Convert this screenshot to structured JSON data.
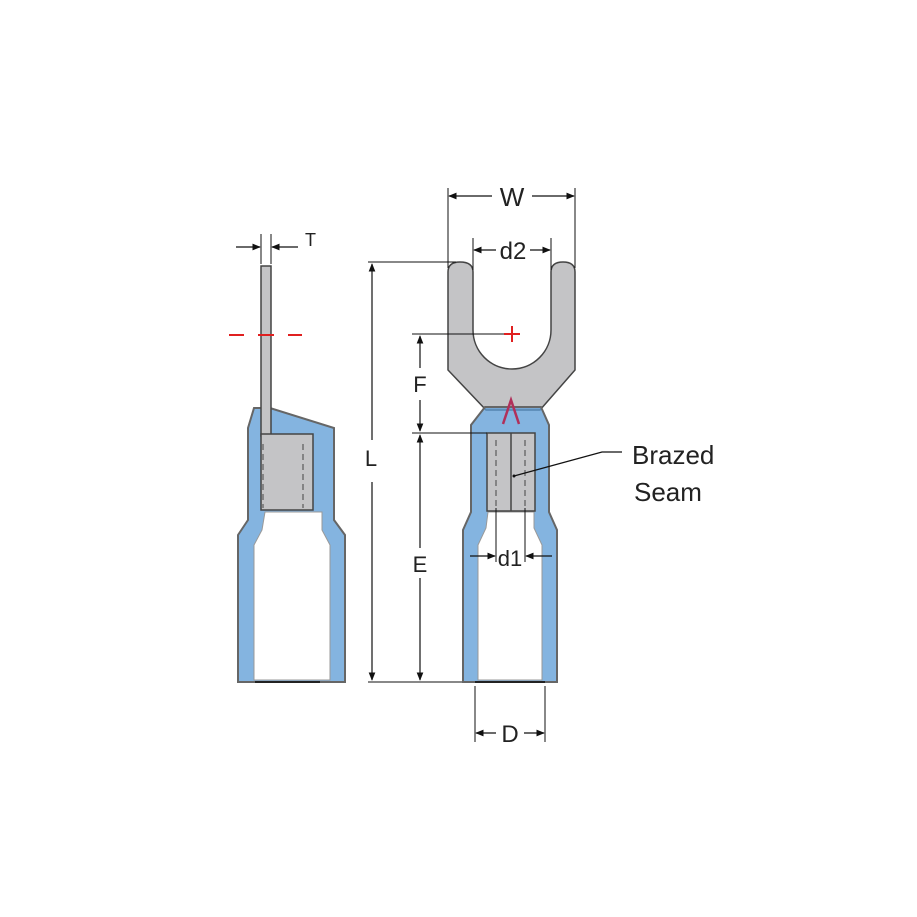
{
  "dimensions": {
    "W": "W",
    "d2": "d2",
    "T": "T",
    "L": "L",
    "F": "F",
    "E": "E",
    "d1": "d1",
    "D": "D"
  },
  "callout": {
    "line1": "Brazed",
    "line2": "Seam"
  },
  "colors": {
    "metal": "#c4c4c6",
    "insulation": "#5b9bd5",
    "insulation_light": "#9cc3e8",
    "outline": "#555555",
    "center_mark": "#e02020",
    "seam_mark": "#b0305a"
  }
}
